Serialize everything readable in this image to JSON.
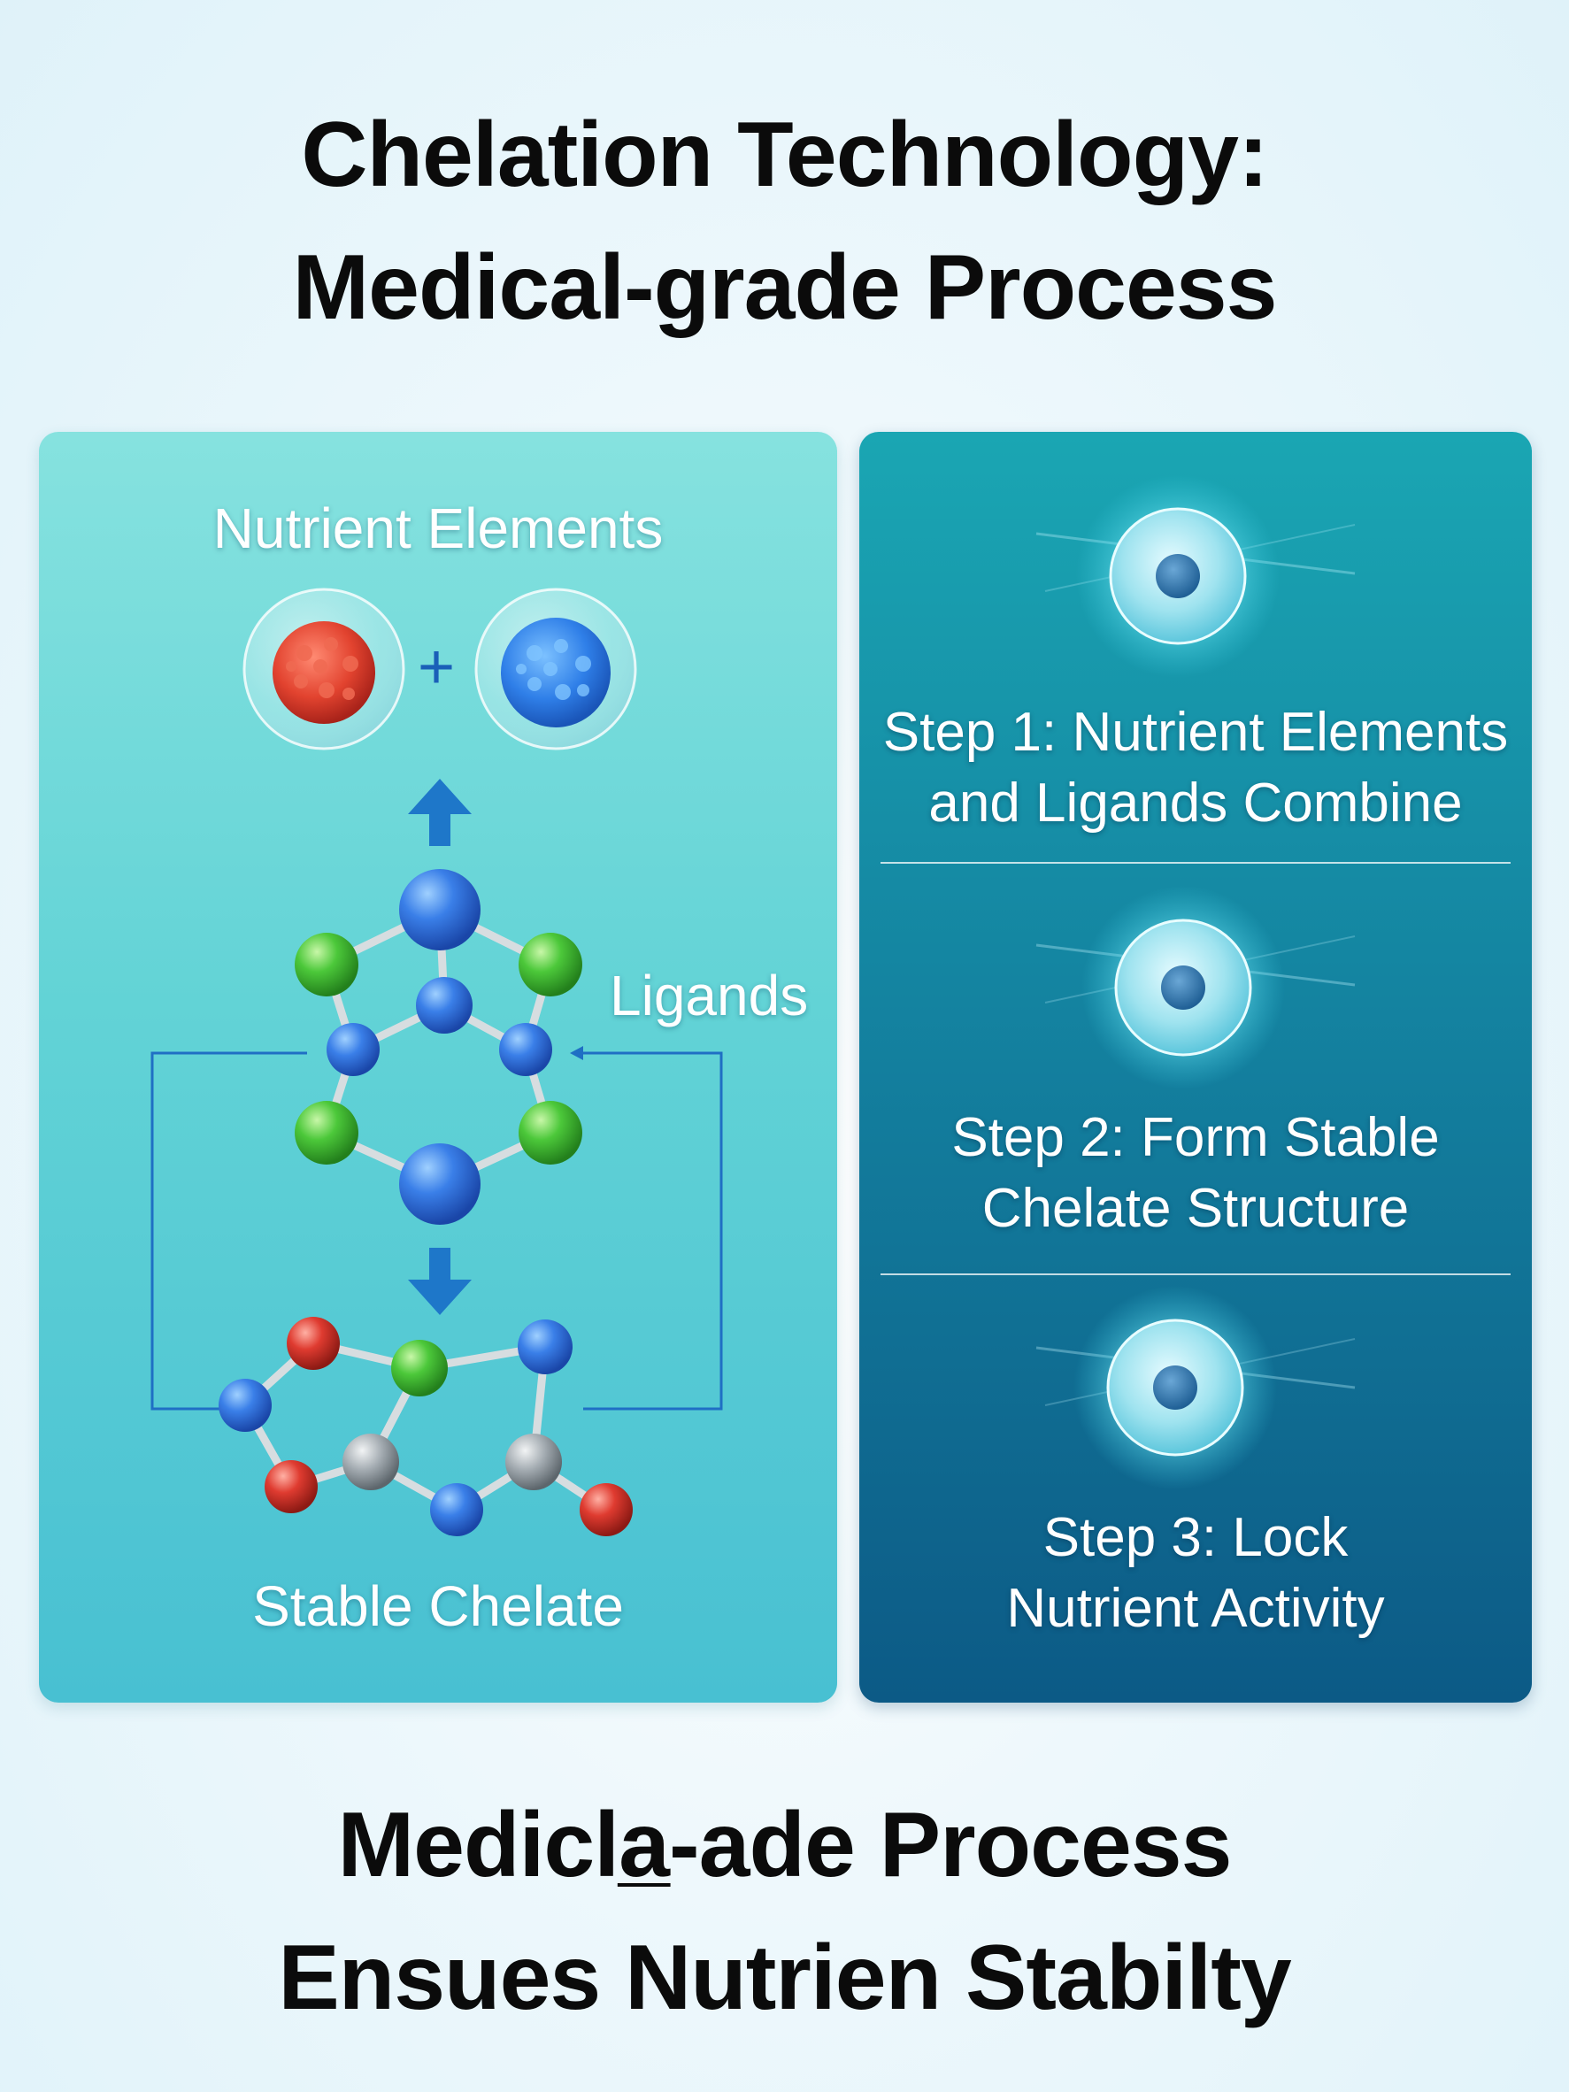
{
  "title": {
    "line1": "Chelation Technology:",
    "line2": "Medical-grade Process"
  },
  "left_panel": {
    "top_label": "Nutrient Elements",
    "plus_symbol": "+",
    "side_label": "Ligands",
    "bottom_label": "Stable Chelate"
  },
  "right_panel": {
    "steps": [
      {
        "line1": "Step 1: Nutrient Elements",
        "line2": "and Ligands Combine"
      },
      {
        "line1": "Step 2: Form Stable",
        "line2": "Chelate Structure"
      },
      {
        "line1": "Step 3: Lock",
        "line2": "Nutrient Activity"
      }
    ]
  },
  "footer": {
    "line1": "Medicla̲-ade Process",
    "line2": "Ensues Nutrien Stabilty"
  },
  "colors": {
    "atom_blue": "#2f6fe0",
    "atom_green": "#3fbf3a",
    "atom_red": "#d8362e",
    "atom_gray": "#9aa2a8",
    "arrow_blue": "#1e77c9"
  }
}
